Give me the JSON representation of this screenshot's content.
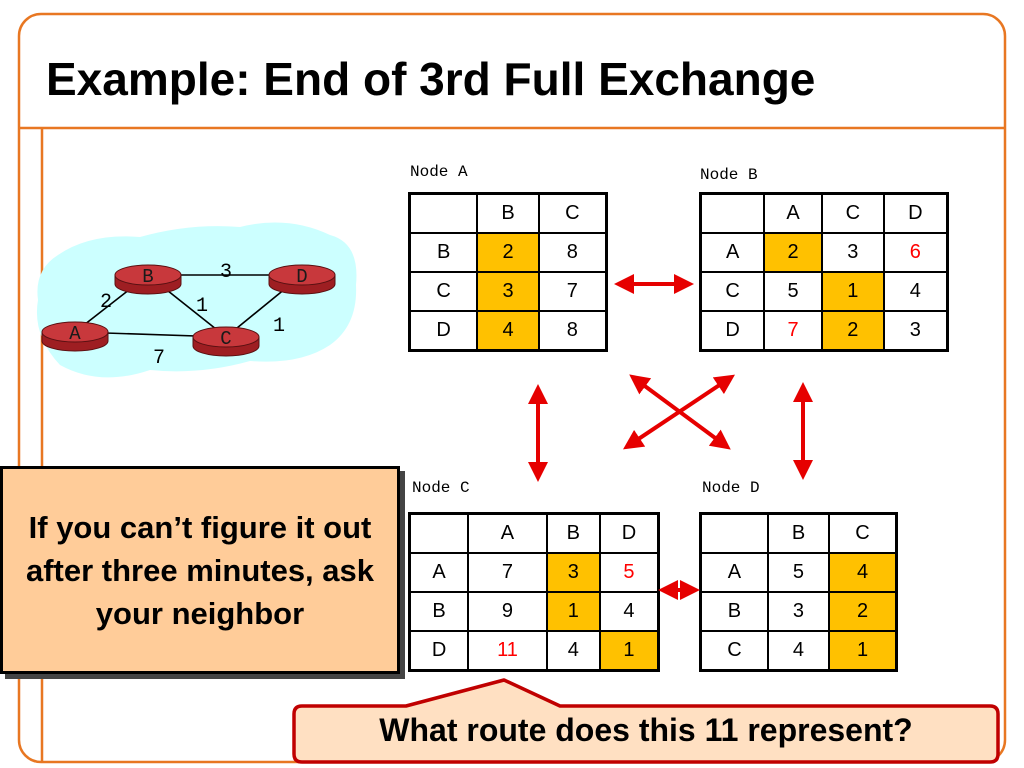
{
  "slide": {
    "title": "Example: End of 3rd Full Exchange"
  },
  "colors": {
    "frame_orange": "#E87722",
    "cell_highlight": "#FFC100",
    "changed_value_red": "#FF0000",
    "arrow_red": "#E60000",
    "cloud_cyan": "#CCFFFF",
    "router_red": "#C0282C",
    "callout_bg": "#FFCC99",
    "question_bg": "#FFE0C2",
    "question_border": "#C00000"
  },
  "topology": {
    "routers": [
      "A",
      "B",
      "C",
      "D"
    ],
    "links": [
      {
        "from": "A",
        "to": "B",
        "cost": "2"
      },
      {
        "from": "B",
        "to": "D",
        "cost": "3"
      },
      {
        "from": "B",
        "to": "C",
        "cost": "1"
      },
      {
        "from": "C",
        "to": "D",
        "cost": "1"
      },
      {
        "from": "A",
        "to": "C",
        "cost": "7"
      }
    ]
  },
  "tables": {
    "A": {
      "label": "Node A",
      "cols": [
        "B",
        "C"
      ],
      "rows": [
        {
          "dest": "B",
          "cells": [
            {
              "v": "2",
              "hl": true
            },
            {
              "v": "8"
            }
          ]
        },
        {
          "dest": "C",
          "cells": [
            {
              "v": "3",
              "hl": true
            },
            {
              "v": "7"
            }
          ]
        },
        {
          "dest": "D",
          "cells": [
            {
              "v": "4",
              "hl": true
            },
            {
              "v": "8"
            }
          ]
        }
      ]
    },
    "B": {
      "label": "Node B",
      "cols": [
        "A",
        "C",
        "D"
      ],
      "rows": [
        {
          "dest": "A",
          "cells": [
            {
              "v": "2",
              "hl": true
            },
            {
              "v": "3"
            },
            {
              "v": "6",
              "red": true
            }
          ]
        },
        {
          "dest": "C",
          "cells": [
            {
              "v": "5"
            },
            {
              "v": "1",
              "hl": true
            },
            {
              "v": "4"
            }
          ]
        },
        {
          "dest": "D",
          "cells": [
            {
              "v": "7",
              "red": true
            },
            {
              "v": "2",
              "hl": true
            },
            {
              "v": "3"
            }
          ]
        }
      ]
    },
    "C": {
      "label": "Node C",
      "cols": [
        "A",
        "B",
        "D"
      ],
      "rows": [
        {
          "dest": "A",
          "cells": [
            {
              "v": "7"
            },
            {
              "v": "3",
              "hl": true
            },
            {
              "v": "5",
              "red": true
            }
          ]
        },
        {
          "dest": "B",
          "cells": [
            {
              "v": "9"
            },
            {
              "v": "1",
              "hl": true
            },
            {
              "v": "4"
            }
          ]
        },
        {
          "dest": "D",
          "cells": [
            {
              "v": "11",
              "red": true
            },
            {
              "v": "4"
            },
            {
              "v": "1",
              "hl": true
            }
          ]
        }
      ]
    },
    "D": {
      "label": "Node D",
      "cols": [
        "B",
        "C"
      ],
      "rows": [
        {
          "dest": "A",
          "cells": [
            {
              "v": "5"
            },
            {
              "v": "4",
              "hl": true
            }
          ]
        },
        {
          "dest": "B",
          "cells": [
            {
              "v": "3"
            },
            {
              "v": "2",
              "hl": true
            }
          ]
        },
        {
          "dest": "C",
          "cells": [
            {
              "v": "4"
            },
            {
              "v": "1",
              "hl": true
            }
          ]
        }
      ]
    }
  },
  "callout": {
    "text": "If you can’t figure it out after three minutes, ask your neighbor"
  },
  "question": {
    "text": "What route does this 11 represent?"
  }
}
